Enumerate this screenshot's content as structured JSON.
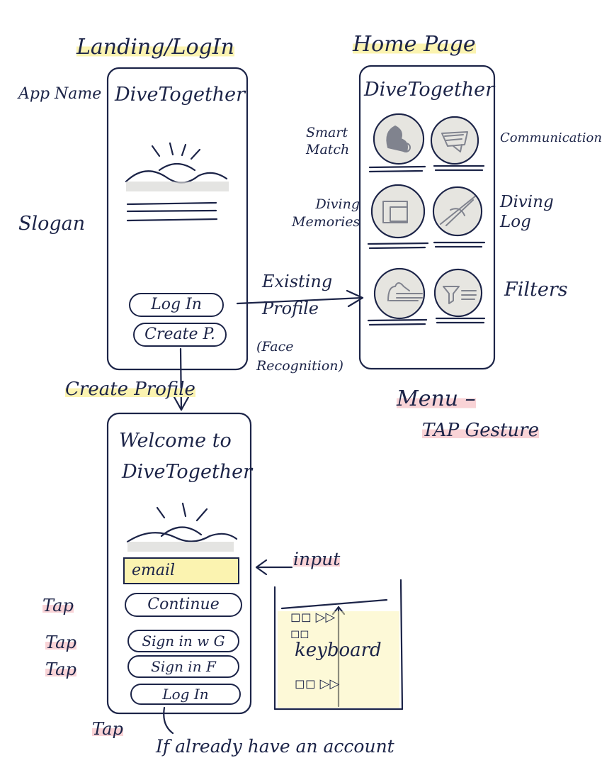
{
  "landing": {
    "title": "Landing/LogIn",
    "app_name_note": "App Name",
    "slogan_note": "Slogan",
    "app_name": "DiveTogether",
    "login_button": "Log In",
    "create_button": "Create P."
  },
  "home": {
    "title": "Home Page",
    "app_name": "DiveTogether",
    "labels": {
      "smart_match": "Smart Match",
      "communication": "Communication",
      "diving_memories": "Diving Memories",
      "diving_log": "Diving Log",
      "filters": "Filters"
    },
    "menu_note": "Menu –",
    "tap_gesture_note": "TAP Gesture"
  },
  "flow": {
    "existing_profile": "Existing Profile",
    "face_recognition": "(Face Recognition)",
    "create_profile": "Create Profile"
  },
  "create": {
    "welcome_line1": "Welcome to",
    "welcome_line2": "DiveTogether",
    "email_field": "email",
    "continue_button": "Continue",
    "sign_in_google": "Sign in w G",
    "sign_in_facebook": "Sign in F",
    "login_button": "Log In",
    "input_note": "input",
    "tap_labels": [
      "Tap",
      "Tap",
      "Tap",
      "Tap"
    ],
    "already_account_note": "If already have an account",
    "keyboard_label": "keyboard",
    "keyboard_keys_top": "◻◻ ▷▷",
    "keyboard_keys_mid": "◻◻",
    "keyboard_keys_bottom": "◻◻ ▷▷"
  }
}
